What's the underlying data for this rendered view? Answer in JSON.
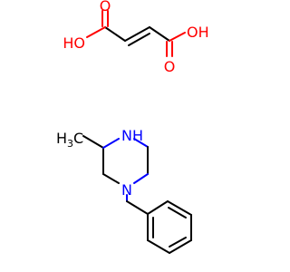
{
  "fumaric_acid": {
    "left_hydroxyl": "HO",
    "right_hydroxyl": "OH",
    "top_carbonyl_oxygen": "O",
    "bottom_carbonyl_oxygen": "O"
  },
  "piperazine": {
    "amine_nh": "N",
    "amine_h": "H",
    "tertiary_n": "N",
    "methyl_h": "H",
    "methyl_subscript": "3",
    "methyl_c": "C"
  },
  "colors": {
    "bond": "#000000",
    "oxygen": "#ff0000",
    "nitrogen": "#0000ff"
  }
}
